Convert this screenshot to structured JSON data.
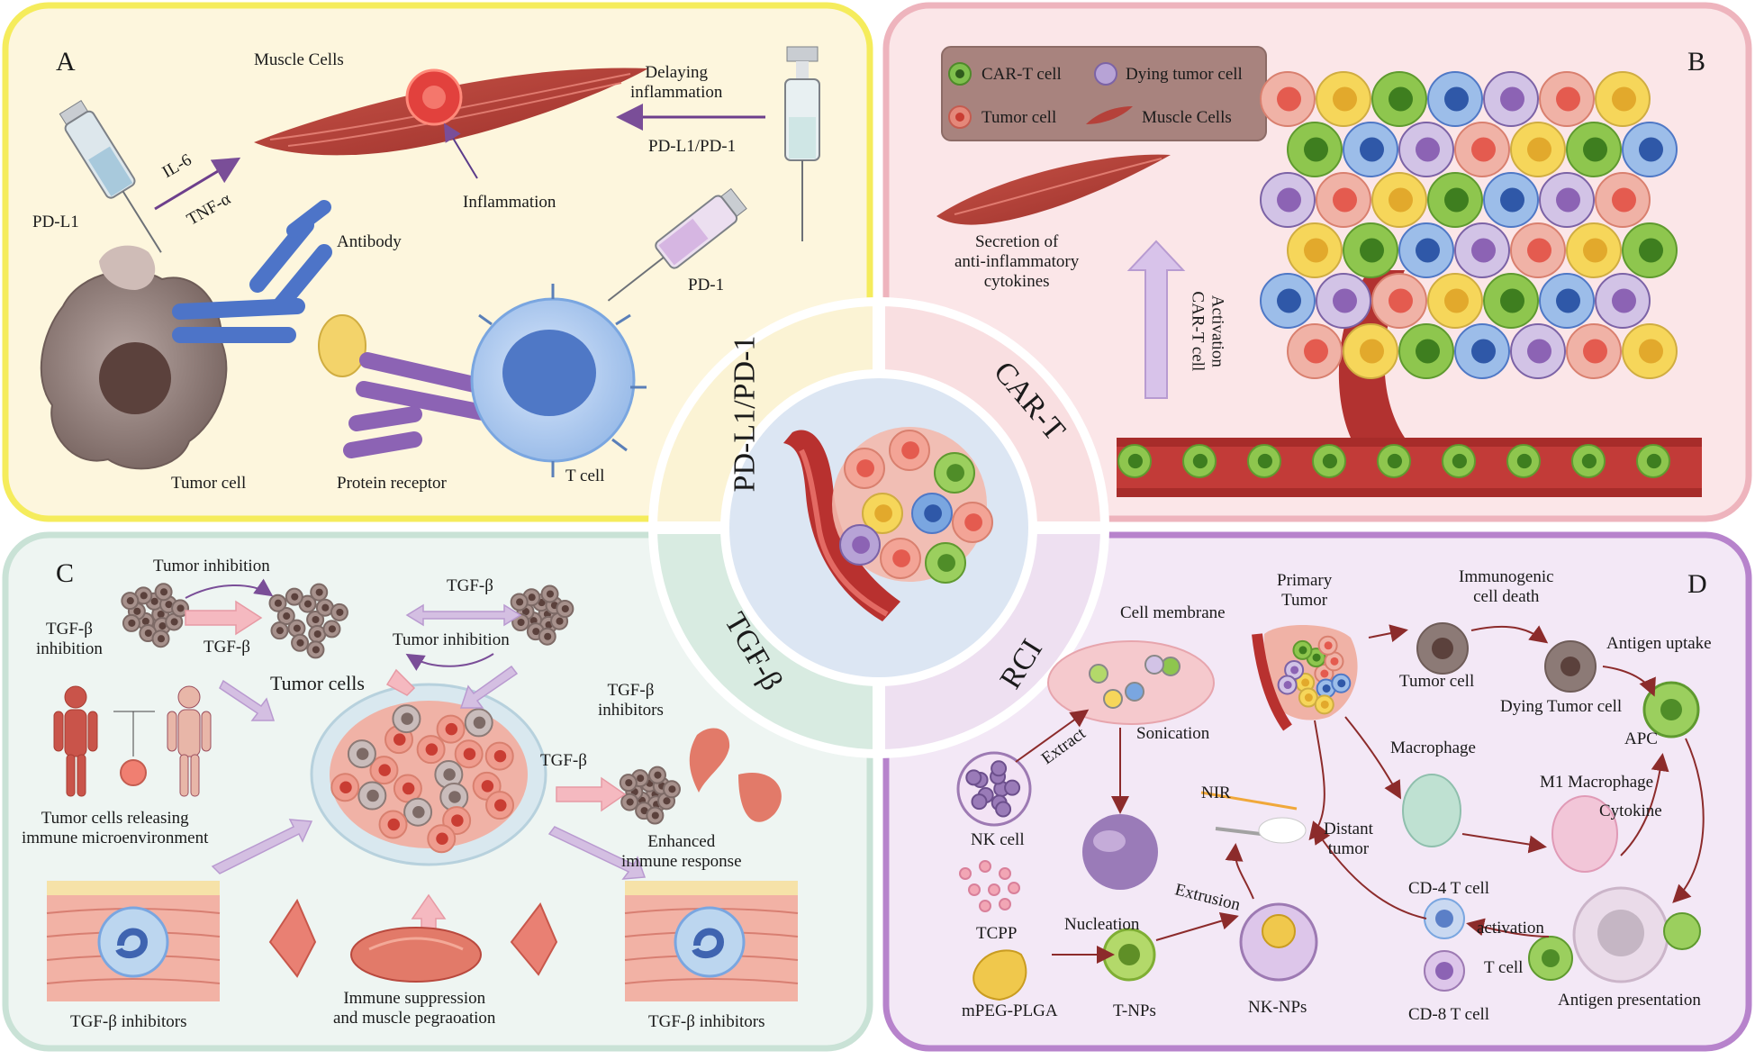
{
  "panels": {
    "A": {
      "letter": "A",
      "labels": {
        "muscle_cells": "Muscle Cells",
        "delaying_inflammation": "Delaying\ninflammation",
        "pdl1_pd1": "PD-L1/PD-1",
        "il6": "IL-6",
        "tnfa": "TNF-α",
        "pdl1": "PD-L1",
        "inflammation": "Inflammation",
        "antibody": "Antibody",
        "pd1": "PD-1",
        "tumor_cell": "Tumor cell",
        "protein_receptor": "Protein receptor",
        "t_cell": "T cell"
      }
    },
    "B": {
      "letter": "B",
      "legend": {
        "car_t_cell": "CAR-T cell",
        "dying_tumor_cell": "Dying tumor cell",
        "tumor_cell": "Tumor cell",
        "muscle_cells": "Muscle Cells"
      },
      "labels": {
        "secretion": "Secretion of\nanti-inflammatory\ncytokines",
        "activation": "Activation\nCAR-T cell"
      }
    },
    "C": {
      "letter": "C",
      "labels": {
        "tumor_inhibition_top": "Tumor inhibition",
        "tgfb_inhibition": "TGF-β\ninhibition",
        "tgfb_left": "TGF-β",
        "tgfb_top_right": "TGF-β",
        "tumor_inhibition_mid": "Tumor inhibition",
        "tumor_cells": "Tumor cells",
        "tgfb_inhibitors_right": "TGF-β\ninhibitors",
        "tgfb_arrow": "TGF-β",
        "tumor_releasing": "Tumor cells releasing\nimmune microenvironment",
        "enhanced": "Enhanced\nimmune response",
        "immune_suppression": "Immune suppression\nand muscle pegraoation",
        "tgfb_inhibitors_left": "TGF-β inhibitors",
        "tgfb_inhibitors_bottom_right": "TGF-β inhibitors"
      }
    },
    "D": {
      "letter": "D",
      "labels": {
        "primary_tumor": "Primary\nTumor",
        "cell_membrane": "Cell membrane",
        "immunogenic": "Immunogenic\ncell death",
        "antigen_uptake": "Antigen uptake",
        "tumor_cell": "Tumor cell",
        "dying_tumor_cell": "Dying Tumor cell",
        "apc": "APC",
        "extract": "Extract",
        "sonication": "Sonication",
        "macrophage": "Macrophage",
        "m1_macrophage": "M1 Macrophage",
        "nir": "NIR",
        "distant_tumor": "Distant\ntumor",
        "cytokine": "Cytokine",
        "nk_cell": "NK cell",
        "extrusion": "Extrusion",
        "cd4": "CD-4 T cell",
        "tcpp": "TCPP",
        "nucleation": "Nucleation",
        "activation": "activation",
        "t_cell": "T cell",
        "mpeg": "mPEG-PLGA",
        "tnps": "T-NPs",
        "nknps": "NK-NPs",
        "cd8": "CD-8 T cell",
        "antigen_presentation": "Antigen presentation"
      }
    }
  },
  "center": {
    "pdl1_pd1": "PD-L1/PD-1",
    "car_t": "CAR-T",
    "tgfb": "TGF-β",
    "rci": "RCI"
  },
  "colors": {
    "panel_a_bg": "#fdf6dd",
    "panel_a_border": "#f5ec5c",
    "panel_b_bg": "#fbe6e8",
    "panel_b_border": "#eeb4bd",
    "panel_c_bg": "#eef5f2",
    "panel_c_border": "#c9e2d6",
    "panel_d_bg": "#f3e8f6",
    "panel_d_border": "#b783cc",
    "muscle": "#b5413a",
    "tumor_grey": "#8c7a76",
    "tcell_blue": "#7aa6e0",
    "antibody_blue": "#4d74c8",
    "receptor_purple": "#8c63b4"
  }
}
